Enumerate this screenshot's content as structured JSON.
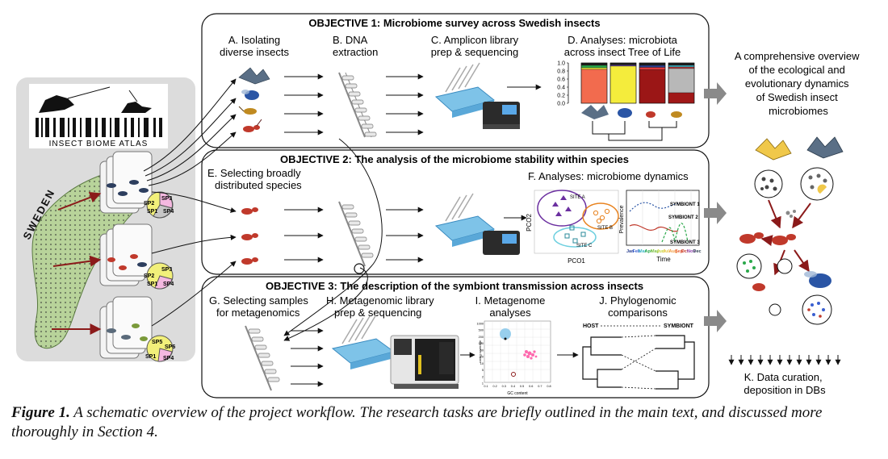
{
  "logo": {
    "text": "INSECT BIOME ATLAS"
  },
  "map": {
    "country": "SWEDEN"
  },
  "species_labels": {
    "jar1": [
      "SP1",
      "SP2",
      "SP3",
      "SP4"
    ],
    "jar2": [
      "SP1",
      "SP2",
      "SP3",
      "SP4"
    ],
    "jar3": [
      "SP1",
      "SP4",
      "SP5",
      "SP6"
    ]
  },
  "objective1": {
    "title": "OBJECTIVE 1: Microbiome survey across Swedish insects",
    "stepA": [
      "A. Isolating",
      "diverse insects"
    ],
    "stepB": [
      "B. DNA",
      "extraction"
    ],
    "stepC": [
      "C. Amplicon library",
      "prep & sequencing"
    ],
    "stepD": [
      "D. Analyses: microbiota",
      "across insect Tree of Life"
    ],
    "axis_ticks": [
      "1.0",
      "0.8",
      "0.6",
      "0.4",
      "0.2",
      "0.0"
    ],
    "bars": [
      {
        "segments": [
          {
            "v": 0.06,
            "c": "#1c1c1c"
          },
          {
            "v": 0.06,
            "c": "#2aa84a"
          },
          {
            "v": 0.04,
            "c": "#e9e23a"
          },
          {
            "v": 0.84,
            "c": "#f26b4e"
          }
        ]
      },
      {
        "segments": [
          {
            "v": 0.05,
            "c": "#1c1c1c"
          },
          {
            "v": 0.03,
            "c": "#6b4aa0"
          },
          {
            "v": 0.92,
            "c": "#f4ec3c"
          }
        ]
      },
      {
        "segments": [
          {
            "v": 0.06,
            "c": "#1c1c1c"
          },
          {
            "v": 0.05,
            "c": "#2a3f8f"
          },
          {
            "v": 0.06,
            "c": "#e03a3a"
          },
          {
            "v": 0.83,
            "c": "#9b1616"
          }
        ]
      },
      {
        "segments": [
          {
            "v": 0.06,
            "c": "#1c1c1c"
          },
          {
            "v": 0.04,
            "c": "#3db8c9"
          },
          {
            "v": 0.04,
            "c": "#b23a3a"
          },
          {
            "v": 0.6,
            "c": "#b8b8b8"
          },
          {
            "v": 0.26,
            "c": "#a01818"
          }
        ]
      }
    ]
  },
  "overview": [
    "A comprehensive overview",
    "of the ecological and",
    "evolutionary dynamics",
    "of Swedish insect",
    "microbiomes"
  ],
  "objective2": {
    "title": "OBJECTIVE 2: The analysis of the microbiome stability within species",
    "stepE": [
      "E. Selecting broadly",
      "distributed species"
    ],
    "stepF": "F. Analyses: microbiome dynamics",
    "pco": {
      "xlabel": "PCO1",
      "ylabel": "PCO2",
      "sites": [
        "SITE A",
        "SITE B",
        "SITE C"
      ]
    },
    "prevalence": {
      "ylabel": "Prevalence",
      "xlabel": "Time",
      "symbionts": [
        "SYMBIONT 1",
        "SYMBIONT 2",
        "SYMBIONT 3"
      ],
      "months": [
        "Jan",
        "Feb",
        "Mar",
        "Apr",
        "May",
        "Jun",
        "Jul",
        "Aug",
        "Sep",
        "Oct",
        "Nov",
        "Dec"
      ],
      "month_colors": [
        "#2a3f8f",
        "#3a5fd0",
        "#3db8c9",
        "#2aa84a",
        "#7cc142",
        "#c9d43a",
        "#e9c23a",
        "#f29a3a",
        "#e8603a",
        "#c0392b",
        "#8e44ad",
        "#2c3e50"
      ]
    }
  },
  "objective3": {
    "title": "OBJECTIVE 3: The description of the symbiont transmission across insects",
    "stepG": [
      "G. Selecting samples",
      "for metagenomics"
    ],
    "stepH": [
      "H. Metagenomic library",
      "prep & sequencing"
    ],
    "stepI": [
      "I. Metagenome",
      "analyses"
    ],
    "stepJ": [
      "J. Phylogenomic",
      "comparisons"
    ],
    "scatter": {
      "ylabel": "contig coverage",
      "xlabel": "GC content",
      "yticks": [
        "1000",
        "500",
        "200",
        "100",
        "50",
        "20",
        "10",
        "5",
        "2",
        "1"
      ],
      "xticks": [
        "0.1",
        "0.2",
        "0.3",
        "0.4",
        "0.5",
        "0.6",
        "0.7",
        "0.8"
      ]
    },
    "phylo": {
      "host": "HOST",
      "symbiont": "SYMBIONT"
    }
  },
  "curation": [
    "K. Data curation,",
    "deposition in DBs"
  ],
  "caption": {
    "label": "Figure 1.",
    "text": " A schematic overview of the project workflow. The research tasks are briefly outlined in the main text, and discussed more thoroughly in Section 4."
  }
}
